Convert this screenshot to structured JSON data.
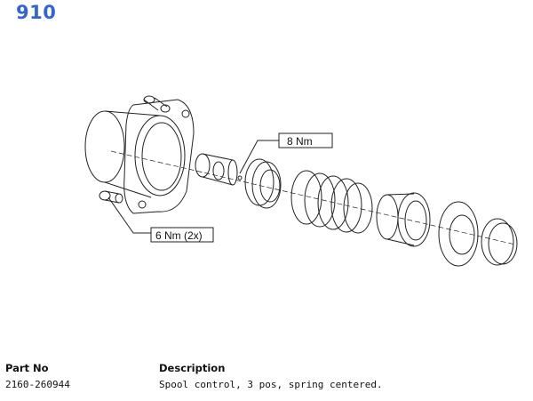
{
  "page": {
    "number": "910"
  },
  "callouts": {
    "spool_torque": "8 Nm",
    "bolt_torque": "6 Nm (2x)"
  },
  "parts_table": {
    "headers": {
      "part_no": "Part No",
      "description": "Description"
    },
    "rows": [
      {
        "part_no": "2160-260944",
        "description": "Spool control, 3 pos, spring centered."
      }
    ]
  },
  "colors": {
    "page_number": "#3366cc",
    "line": "#222222"
  }
}
